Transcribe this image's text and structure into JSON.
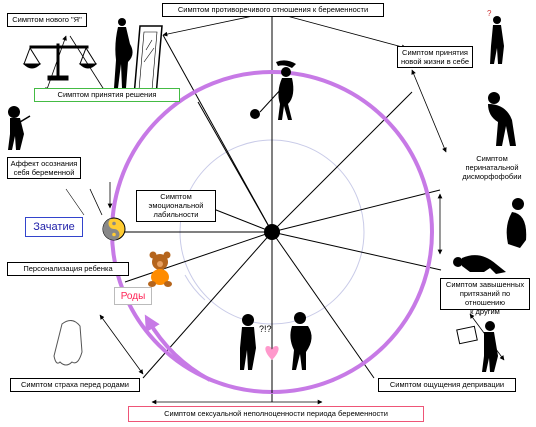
{
  "colors": {
    "main_circle": "#c77ae6",
    "inner_circle": "#c9cbe8",
    "green_border": "#44bb44",
    "pink_border": "#ee5577",
    "blue_border": "#3344cc",
    "rody_text": "#ff2255",
    "zachatie_text": "#2222aa",
    "heart": "#ff99cc"
  },
  "labels": {
    "top": "Симптом противоречивого отношения к беременности",
    "new_self": "Симптом нового \"Я\"",
    "new_life": [
      "Симптом принятия",
      "новой жизни в себе"
    ],
    "decision": "Симптом принятия решения",
    "affect": [
      "Аффект осознания",
      "себя беременной"
    ],
    "emotional": [
      "Симптом",
      "эмоциональной",
      "лабильности"
    ],
    "dysmorph": [
      "Симптом",
      "перинатальной",
      "дисморфофобии"
    ],
    "conception": "Зачатие",
    "personalization": "Персонализация ребенка",
    "claims": [
      "Симптом завышенных",
      "притязаний по отношению",
      "к другим"
    ],
    "birth": "Роды",
    "fear": "Симптом страха перед родами",
    "deprivation": "Симптом ощущения депривации",
    "sexual": "Симптом сексуальной неполноценности периода беременности"
  },
  "icons": [
    "scales-icon",
    "mirror-icon",
    "pregnant-woman-icon",
    "confused-woman-icon",
    "shouting-figure-icon",
    "woman-with-ball-icon",
    "sad-woman-icon",
    "contemplating-woman-icon",
    "crawling-woman-icon",
    "teddy-bear-icon",
    "ghost-icon",
    "woman-with-sign-icon",
    "couple-icon",
    "heart-icon",
    "yin-yang-icon"
  ]
}
